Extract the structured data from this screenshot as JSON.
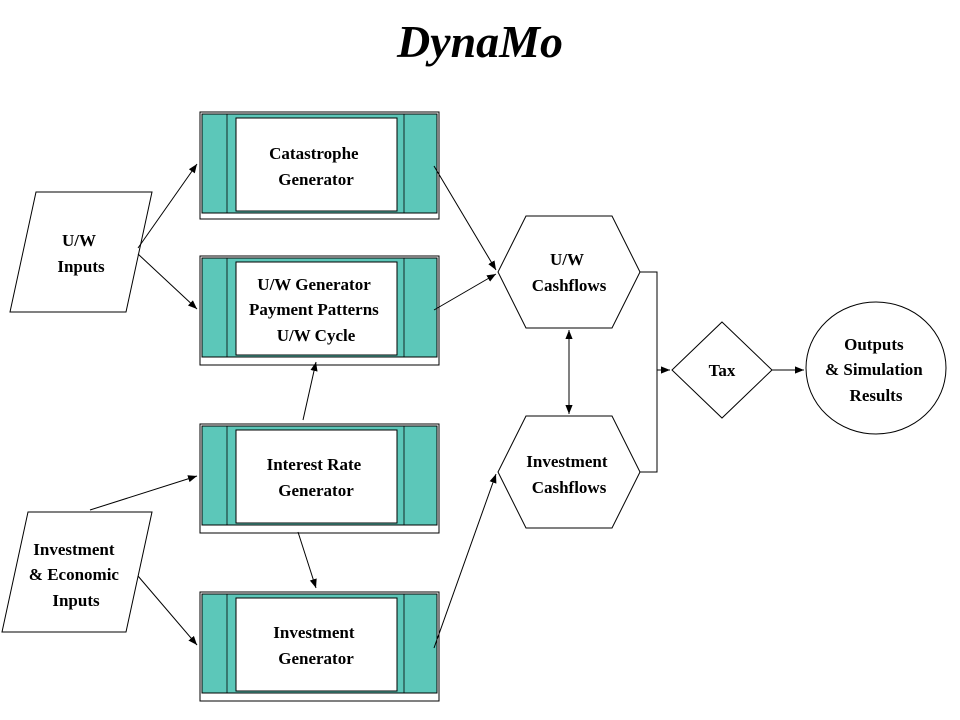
{
  "title": "DynaMo",
  "nodes": {
    "uw_inputs": [
      "U/W",
      "Inputs"
    ],
    "investment_economic_inputs": [
      "Investment",
      "& Economic",
      "Inputs"
    ],
    "catastrophe_generator": [
      "Catastrophe",
      "Generator"
    ],
    "uw_generator": [
      "U/W Generator",
      "Payment  Patterns",
      "U/W Cycle"
    ],
    "interest_rate_generator": [
      "Interest Rate",
      "Generator"
    ],
    "investment_generator": [
      "Investment",
      "Generator"
    ],
    "uw_cashflows": [
      "U/W",
      "Cashflows"
    ],
    "investment_cashflows": [
      "Investment",
      "Cashflows"
    ],
    "tax": [
      "Tax"
    ],
    "outputs": [
      "Outputs",
      "& Simulation",
      "Results"
    ]
  },
  "colors": {
    "stripe": "#5cc7b9",
    "line": "#000000",
    "background": "#ffffff"
  }
}
